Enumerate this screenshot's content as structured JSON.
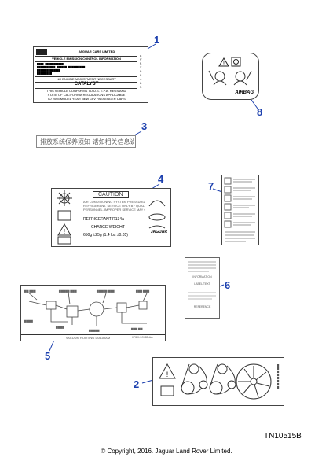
{
  "callouts": [
    "1",
    "2",
    "3",
    "4",
    "5",
    "6",
    "7",
    "8"
  ],
  "label1": {
    "company": "JAGUAR CARS LIMITED",
    "heading": "VEHICLE EMISSION CONTROL INFORMATION",
    "no_adjust": "NO ENGINE ADJUSTMENT NECESSARY",
    "catalyst": "CATALYST",
    "footer1": "THIS VEHICLE CONFORMS TO U.S. E.P.A. REGS AND",
    "footer2": "STATE OF CALIFORNIA REGULATIONS APPLICABLE",
    "footer3": "TO 2003 MODEL YEAR NEW LEV PASSENGER CARS"
  },
  "label3": {
    "text": "排放系统保养须知  诸如相关信息说明"
  },
  "label4": {
    "caution": "CAUTION",
    "line1": "AIR CONDITIONING SYSTEM PRESSURIZED WITH",
    "line2": "REFRIGERANT. SERVICE ONLY BY QUALIFIED",
    "line3": "PERSONNEL. IMPROPER SERVICE MAY CAUSE INJURY.",
    "refrigerant": "REFRIGERANT  R134a",
    "charge": "CHARGE WEIGHT",
    "weight": "650g ±25g (1.4 lbs ±0.05)",
    "brand": "JAGUAR"
  },
  "label5": {
    "title": "VACUUM ROUTING DIAGRAM",
    "code": "XR8X-9C485-AA"
  },
  "label6": {
    "title": "INFORMATION",
    "sub": "LABEL TEXT",
    "foot": "REFERENCE"
  },
  "label8": {
    "text": "AIRBAG"
  },
  "figure_code": "TN10515B",
  "copyright": "© Copyright, 2016. Jaguar Land Rover Limited."
}
